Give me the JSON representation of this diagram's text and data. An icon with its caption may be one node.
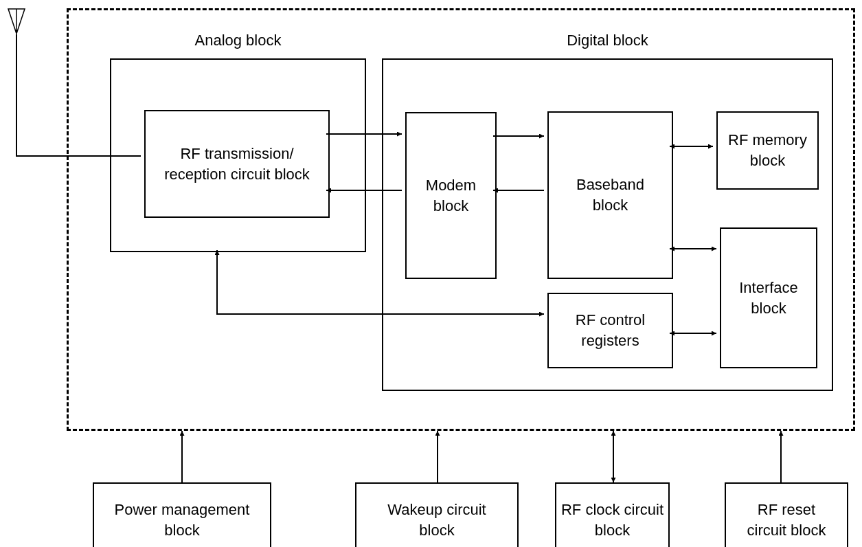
{
  "diagram": {
    "nodes": [
      {
        "text": [],
        "shape": "box"
      },
      {
        "text": [
          "Analog block"
        ],
        "in": 0
      },
      {
        "text": [
          "RF transmission/ reception circuit block"
        ],
        "in": 1
      },
      {
        "text": [
          "Digital block"
        ],
        "in": 0
      },
      {
        "text": [
          "Modem block"
        ],
        "in": 3
      },
      {
        "text": [
          "Baseband block"
        ],
        "in": 3
      },
      {
        "text": [
          "RF memory block"
        ],
        "in": 3
      },
      {
        "text": [
          "Interface block"
        ],
        "in": 3
      },
      {
        "text": [
          "RF control registers"
        ],
        "in": 3
      },
      {
        "text": [],
        "shape": "antenna"
      },
      {
        "text": [
          "Power management block"
        ]
      },
      {
        "text": [
          "Wakeup circuit block"
        ]
      },
      {
        "text": [
          "RF clock circuit block"
        ]
      },
      {
        "text": [
          "RF reset circuit block"
        ]
      }
    ],
    "edges": [
      {
        "from": 9,
        "to": 2,
        "arrow": "none"
      },
      {
        "from": 2,
        "to": 4,
        "arrow": "to"
      },
      {
        "from": 4,
        "to": 2,
        "arrow": "to"
      },
      {
        "from": 4,
        "to": 5,
        "arrow": "to"
      },
      {
        "from": 5,
        "to": 4,
        "arrow": "to"
      },
      {
        "from": 5,
        "to": 6,
        "arrow": "both"
      },
      {
        "from": 5,
        "to": 7,
        "arrow": "both"
      },
      {
        "from": 8,
        "to": 7,
        "arrow": "both"
      },
      {
        "from": 8,
        "to": 1,
        "arrow": "both"
      },
      {
        "from": 10,
        "to": 0,
        "arrow": "to"
      },
      {
        "from": 11,
        "to": 0,
        "arrow": "to"
      },
      {
        "from": 12,
        "to": 0,
        "arrow": "both"
      },
      {
        "from": 13,
        "to": 0,
        "arrow": "to"
      }
    ]
  }
}
